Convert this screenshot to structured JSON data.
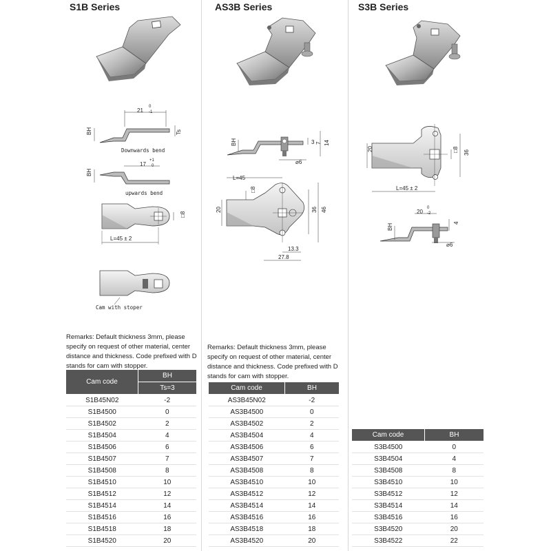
{
  "s1b": {
    "title": "S1B Series",
    "dims": {
      "d21": "21",
      "d21_tol": "0",
      "d21_tol2": "-1",
      "ts": "Ts",
      "bh1": "BH",
      "bh2": "BH",
      "d17": "17",
      "d17_tol": "+1",
      "d17_tol2": "0",
      "sq8": "□8",
      "len": "L=45 ± 2"
    },
    "captions": {
      "down": "Downwards bend",
      "up": "upwards bend",
      "stopper": "Cam with stoper"
    },
    "remarks": "Remarks: Default thickness 3mm, please specify on request of other material, center distance and thickness. Code prefixed with D stands for cam with stopper.",
    "table": {
      "head_code": "Cam code",
      "head_bh": "BH",
      "head_sub": "Ts=3",
      "rows": [
        {
          "code": "S1B45N02",
          "bh": "-2"
        },
        {
          "code": "S1B4500",
          "bh": "0"
        },
        {
          "code": "S1B4502",
          "bh": "2"
        },
        {
          "code": "S1B4504",
          "bh": "4"
        },
        {
          "code": "S1B4506",
          "bh": "6"
        },
        {
          "code": "S1B4507",
          "bh": "7"
        },
        {
          "code": "S1B4508",
          "bh": "8"
        },
        {
          "code": "S1B4510",
          "bh": "10"
        },
        {
          "code": "S1B4512",
          "bh": "12"
        },
        {
          "code": "S1B4514",
          "bh": "14"
        },
        {
          "code": "S1B4516",
          "bh": "16"
        },
        {
          "code": "S1B4518",
          "bh": "18"
        },
        {
          "code": "S1B4520",
          "bh": "20"
        }
      ]
    }
  },
  "as3b": {
    "title": "AS3B Series",
    "dims": {
      "bh": "BH",
      "d3": "3",
      "d7": "7",
      "d14": "14",
      "d6": "⌀6",
      "len": "L=45",
      "sq8": "□8",
      "d20": "20",
      "d36": "36",
      "d46": "46",
      "d13": "13.3",
      "d27": "27.8"
    },
    "remarks": "Remarks: Default thickness 3mm, please specify on request of other material, center distance and thickness. Code prefixed with D stands for cam with stopper.",
    "table": {
      "head_code": "Cam code",
      "head_bh": "BH",
      "rows": [
        {
          "code": "AS3B45N02",
          "bh": "-2"
        },
        {
          "code": "AS3B4500",
          "bh": "0"
        },
        {
          "code": "AS3B4502",
          "bh": "2"
        },
        {
          "code": "AS3B4504",
          "bh": "4"
        },
        {
          "code": "AS3B4506",
          "bh": "6"
        },
        {
          "code": "AS3B4507",
          "bh": "7"
        },
        {
          "code": "AS3B4508",
          "bh": "8"
        },
        {
          "code": "AS3B4510",
          "bh": "10"
        },
        {
          "code": "AS3B4512",
          "bh": "12"
        },
        {
          "code": "AS3B4514",
          "bh": "14"
        },
        {
          "code": "AS3B4516",
          "bh": "16"
        },
        {
          "code": "AS3B4518",
          "bh": "18"
        },
        {
          "code": "AS3B4520",
          "bh": "20"
        }
      ]
    }
  },
  "s3b": {
    "title": "S3B Series",
    "dims": {
      "d20": "20",
      "sq8": "□8",
      "d36": "36",
      "len": "L=45 ± 2",
      "d20b": "20",
      "d20b_tol": "0",
      "d20b_tol2": "-2",
      "bh": "BH",
      "d4": "4",
      "d6": "⌀6"
    },
    "table": {
      "head_code": "Cam code",
      "head_bh": "BH",
      "rows": [
        {
          "code": "S3B4500",
          "bh": "0"
        },
        {
          "code": "S3B4504",
          "bh": "4"
        },
        {
          "code": "S3B4508",
          "bh": "8"
        },
        {
          "code": "S3B4510",
          "bh": "10"
        },
        {
          "code": "S3B4512",
          "bh": "12"
        },
        {
          "code": "S3B4514",
          "bh": "14"
        },
        {
          "code": "S3B4516",
          "bh": "16"
        },
        {
          "code": "S3B4520",
          "bh": "20"
        },
        {
          "code": "S3B4522",
          "bh": "22"
        }
      ]
    }
  }
}
